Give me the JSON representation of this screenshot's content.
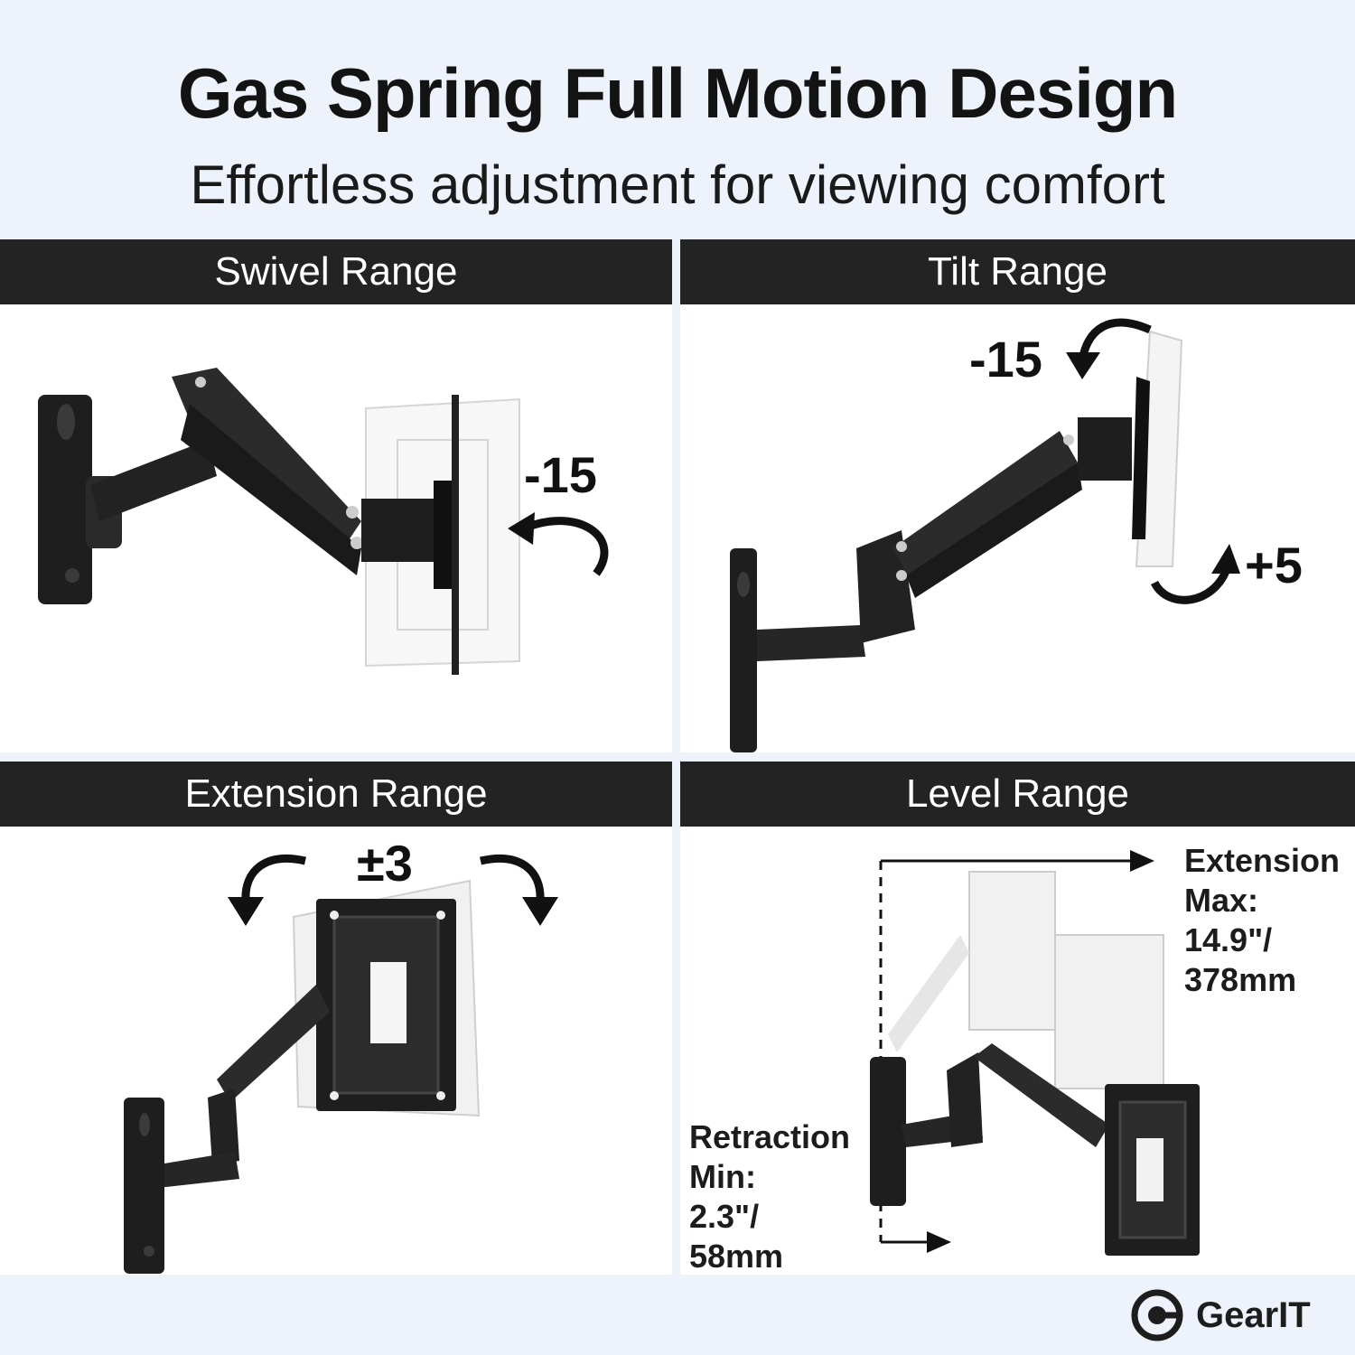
{
  "header": {
    "title": "Gas Spring Full Motion Design",
    "subtitle": "Effortless adjustment for viewing comfort"
  },
  "panels": {
    "swivel": {
      "title": "Swivel Range",
      "value": "-15"
    },
    "tilt": {
      "title": "Tilt Range",
      "value_up": "-15",
      "value_down": "+5"
    },
    "extension": {
      "title": "Extension Range",
      "value": "±3"
    },
    "level": {
      "title": "Level Range",
      "extension_label": "Extension\nMax:\n14.9\"/\n378mm",
      "retraction_label": "Retraction\nMin:\n2.3\"/\n58mm"
    }
  },
  "brand": {
    "name": "GearIT",
    "icon": "gearit-logo-icon"
  },
  "colors": {
    "background": "#eef2fa",
    "header_bar": "#232323",
    "panel": "#ffffff",
    "product": "#1e1e1e"
  }
}
